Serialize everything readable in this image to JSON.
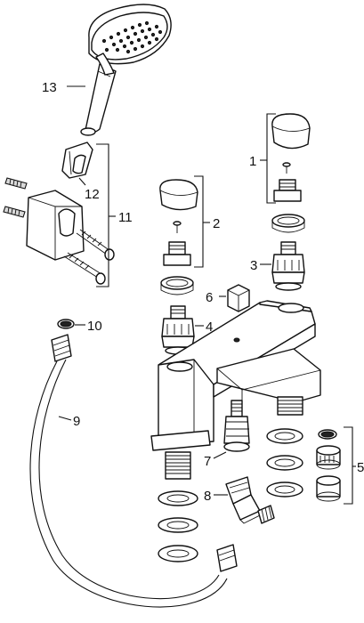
{
  "diagram": {
    "labels": {
      "p1": "1",
      "p2": "2",
      "p3": "3",
      "p4": "4",
      "p5": "5",
      "p6": "6",
      "p7": "7",
      "p8": "8",
      "p9": "9",
      "p10": "10",
      "p11": "11",
      "p12": "12",
      "p13": "13"
    }
  }
}
